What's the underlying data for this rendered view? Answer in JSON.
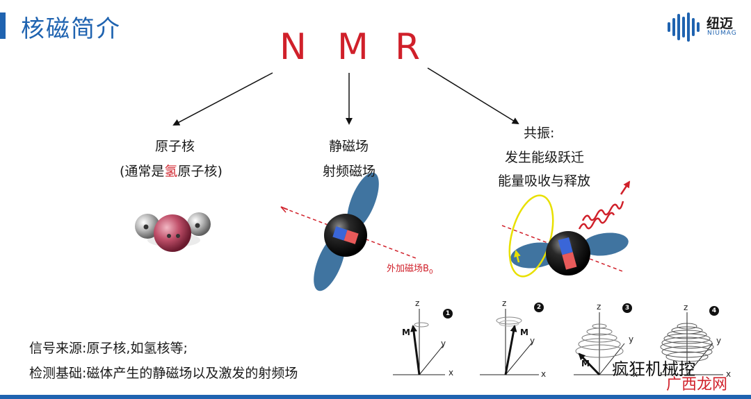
{
  "title": "核磁简介",
  "logo": {
    "cn": "纽迈",
    "en": "NIUMAG"
  },
  "nmr_letters": [
    "N",
    "M",
    "R"
  ],
  "nucleus": {
    "label": "原子核",
    "sub_prefix": "(通常是",
    "sub_highlight": "氢",
    "sub_suffix": "原子核)"
  },
  "field": {
    "line1": "静磁场",
    "line2": "射频磁场",
    "b0_label": "外加磁场B",
    "b0_sub": "0"
  },
  "resonance": {
    "line1": "共振:",
    "line2": "发生能级跃迁",
    "line3": "能量吸收与释放"
  },
  "summary": {
    "line1": "信号来源:原子核,如氢核等;",
    "line2": "检测基础:磁体产生的静磁场以及激发的射频场"
  },
  "panels": [
    {
      "num": "1",
      "z": "z",
      "y": "y",
      "x": "x",
      "m": "M"
    },
    {
      "num": "2",
      "z": "z",
      "y": "y",
      "x": "x",
      "m": "M"
    },
    {
      "num": "3",
      "z": "z",
      "y": "y",
      "x": "x",
      "m": "M"
    },
    {
      "num": "4",
      "z": "z",
      "y": "y",
      "x": "x",
      "m": ""
    }
  ],
  "watermark": {
    "line1": "疯狂机械控",
    "line2": "广西龙网"
  },
  "colors": {
    "brand_blue": "#1f63b0",
    "accent_red": "#d0202a"
  }
}
